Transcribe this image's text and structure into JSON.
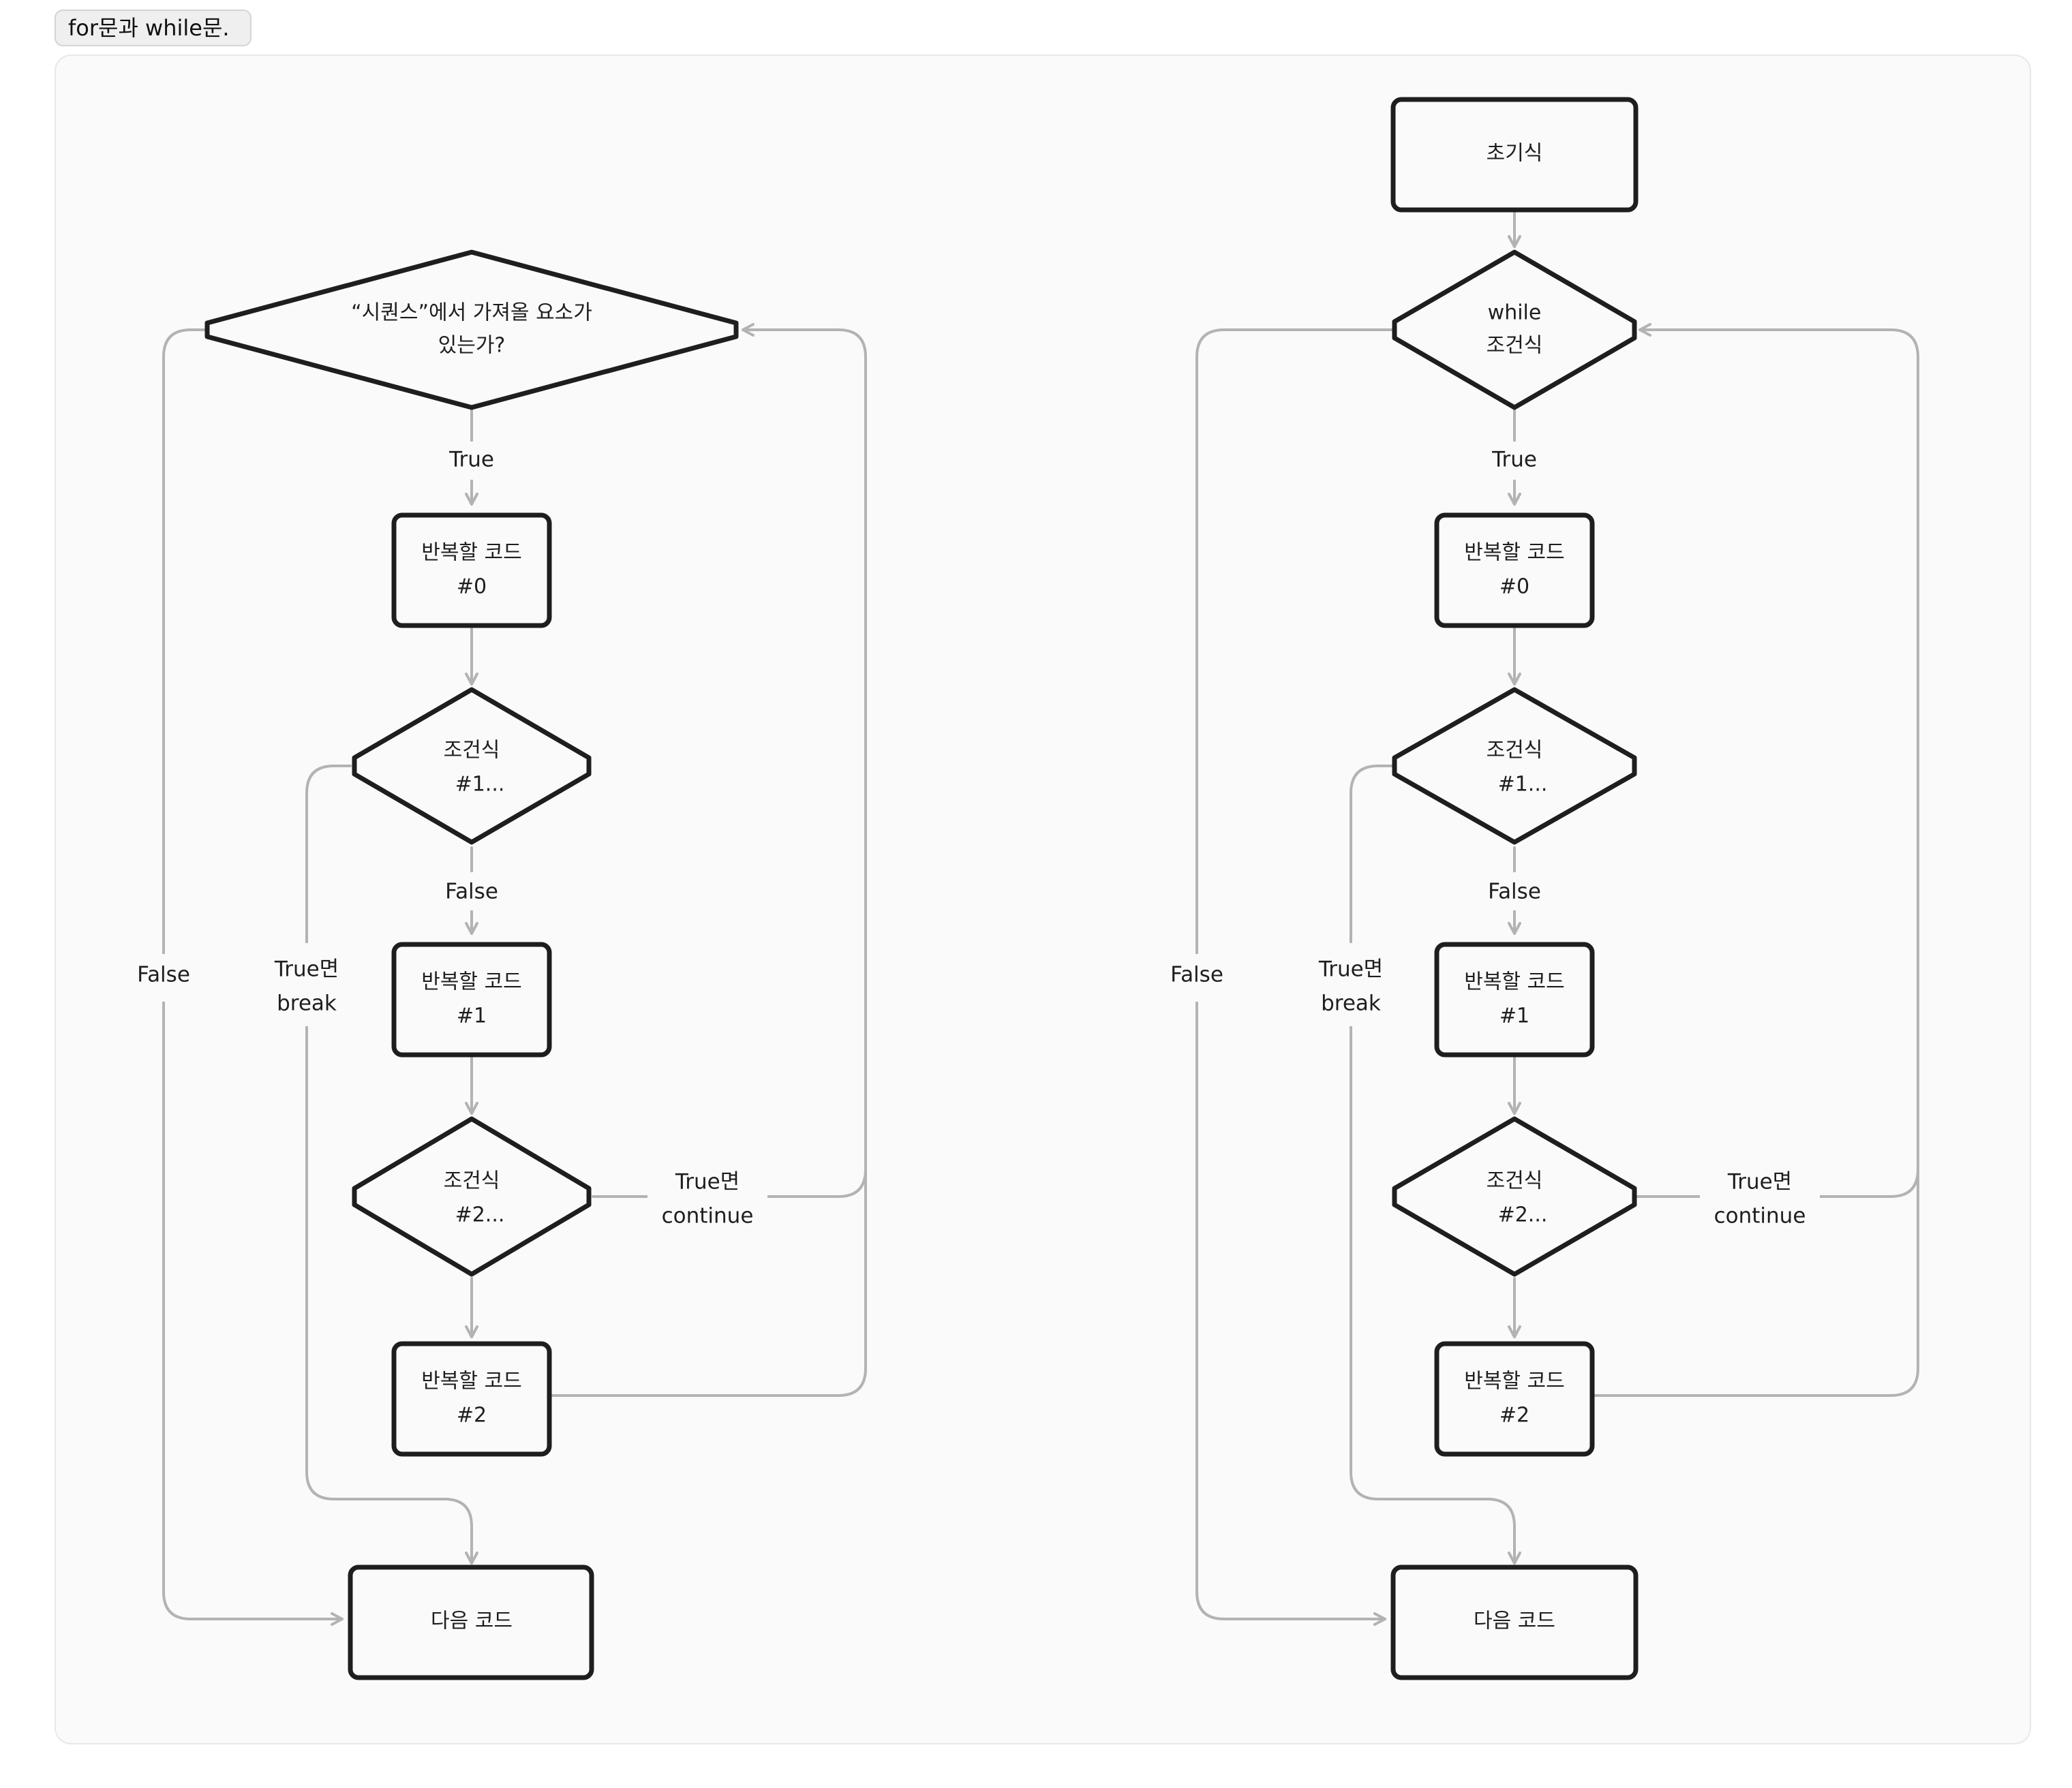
{
  "caption": "for문과 while문.",
  "colors": {
    "node_stroke": "#1e1e1e",
    "edge_stroke": "#b3b3b3",
    "canvas_bg": "#fafafa"
  },
  "for_flow": {
    "sequence_check": "“시퀀스”에서 가져올 요소가 있는가?",
    "seq_line1": "“시퀀스”에서 가져올 요소가",
    "seq_line2": "있는가?",
    "code0_line1": "반복할 코드",
    "code0_line2": "#0",
    "cond1_line1": "조건식",
    "cond1_line2": "#1...",
    "code1_line1": "반복할 코드",
    "code1_line2": "#1",
    "cond2_line1": "조건식",
    "cond2_line2": "#2...",
    "code2_line1": "반복할 코드",
    "code2_line2": "#2",
    "next_code": "다음 코드",
    "true_label": "True",
    "false_label_inner": "False",
    "false_label_outer": "False",
    "break_line1": "True면",
    "break_line2": "break",
    "continue_line1": "True면",
    "continue_line2": "continue"
  },
  "while_flow": {
    "init": "초기식",
    "cond_line1": "while",
    "cond_line2": "조건식",
    "code0_line1": "반복할 코드",
    "code0_line2": "#0",
    "cond1_line1": "조건식",
    "cond1_line2": "#1...",
    "code1_line1": "반복할 코드",
    "code1_line2": "#1",
    "cond2_line1": "조건식",
    "cond2_line2": "#2...",
    "code2_line1": "반복할 코드",
    "code2_line2": "#2",
    "next_code": "다음 코드",
    "true_label": "True",
    "false_label_inner": "False",
    "false_label_outer": "False",
    "break_line1": "True면",
    "break_line2": "break",
    "continue_line1": "True면",
    "continue_line2": "continue"
  }
}
